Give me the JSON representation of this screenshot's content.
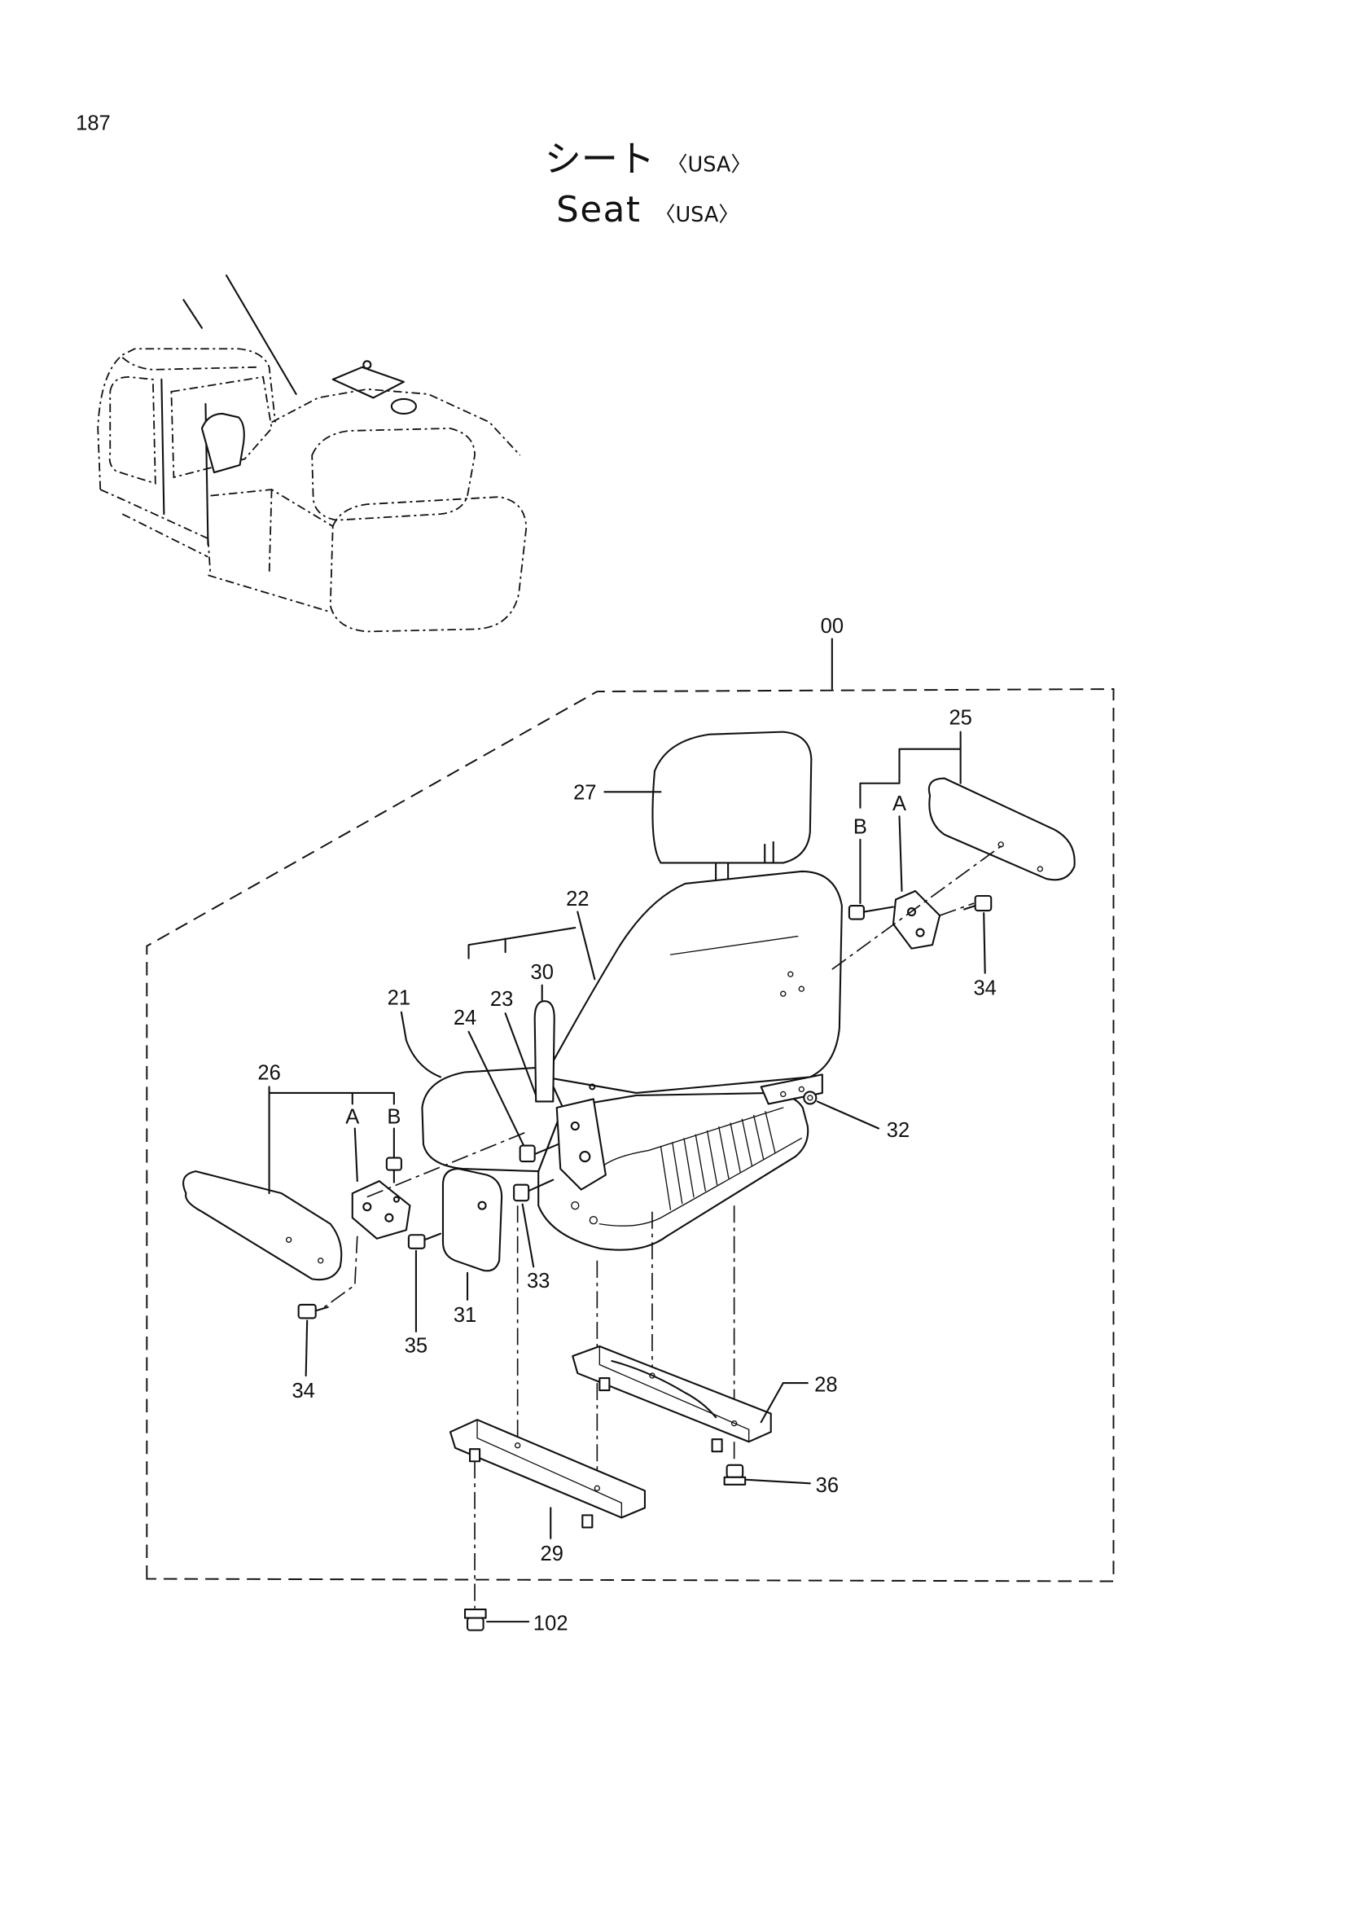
{
  "page_number": "187",
  "title": {
    "ja": "シート",
    "en": "Seat",
    "region": "〈USA〉"
  },
  "callouts": [
    "00",
    "25",
    "27",
    "22",
    "30",
    "21",
    "24",
    "23",
    "26",
    "34",
    "32",
    "33",
    "31",
    "35",
    "34",
    "28",
    "36",
    "29",
    "102"
  ],
  "sublabels": [
    "A",
    "B",
    "A",
    "B"
  ],
  "colors": {
    "ink": "#111111",
    "paper": "#ffffff"
  }
}
